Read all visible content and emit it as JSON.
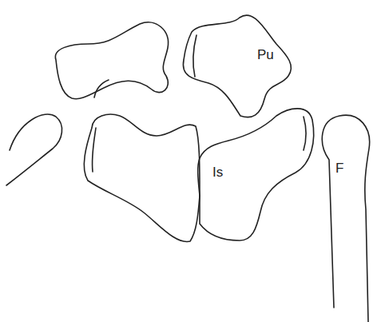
{
  "diagram": {
    "labels": [
      "Pu",
      "Is",
      "F"
    ]
  }
}
